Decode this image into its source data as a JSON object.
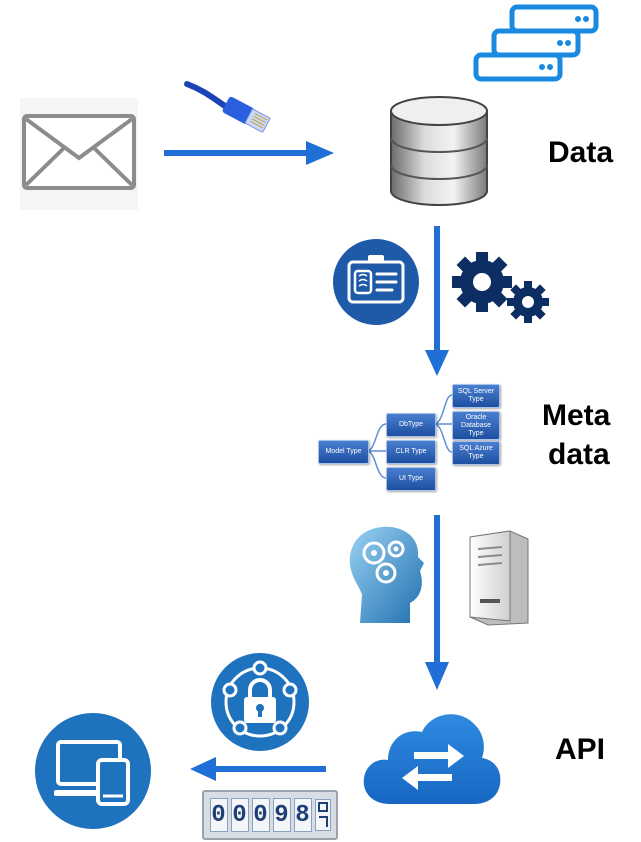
{
  "labels": {
    "data": "Data",
    "metadata_line1": "Meta",
    "metadata_line2": "data",
    "api": "API"
  },
  "type_tree": {
    "root": "Model Type",
    "level1": [
      "DbType",
      "CLR Type",
      "UI Type"
    ],
    "db_children": [
      "SQL Server Type",
      "Oracle Database Type",
      "SQL Azure Type"
    ]
  },
  "counter": {
    "digits": [
      "0",
      "0",
      "0",
      "9",
      "8"
    ]
  },
  "icons": [
    "envelope-icon",
    "ethernet-cable-icon",
    "server-stack-icon",
    "database-icon",
    "id-badge-icon",
    "gears-icon",
    "ai-head-gears-icon",
    "tower-server-icon",
    "cloud-transfer-icon",
    "lock-network-icon",
    "devices-icon",
    "counter-icon"
  ],
  "colors": {
    "arrow": "#1f6fd6",
    "icon_blue": "#1f72bd",
    "dark_navy": "#0d2e63",
    "text": "#000000"
  }
}
